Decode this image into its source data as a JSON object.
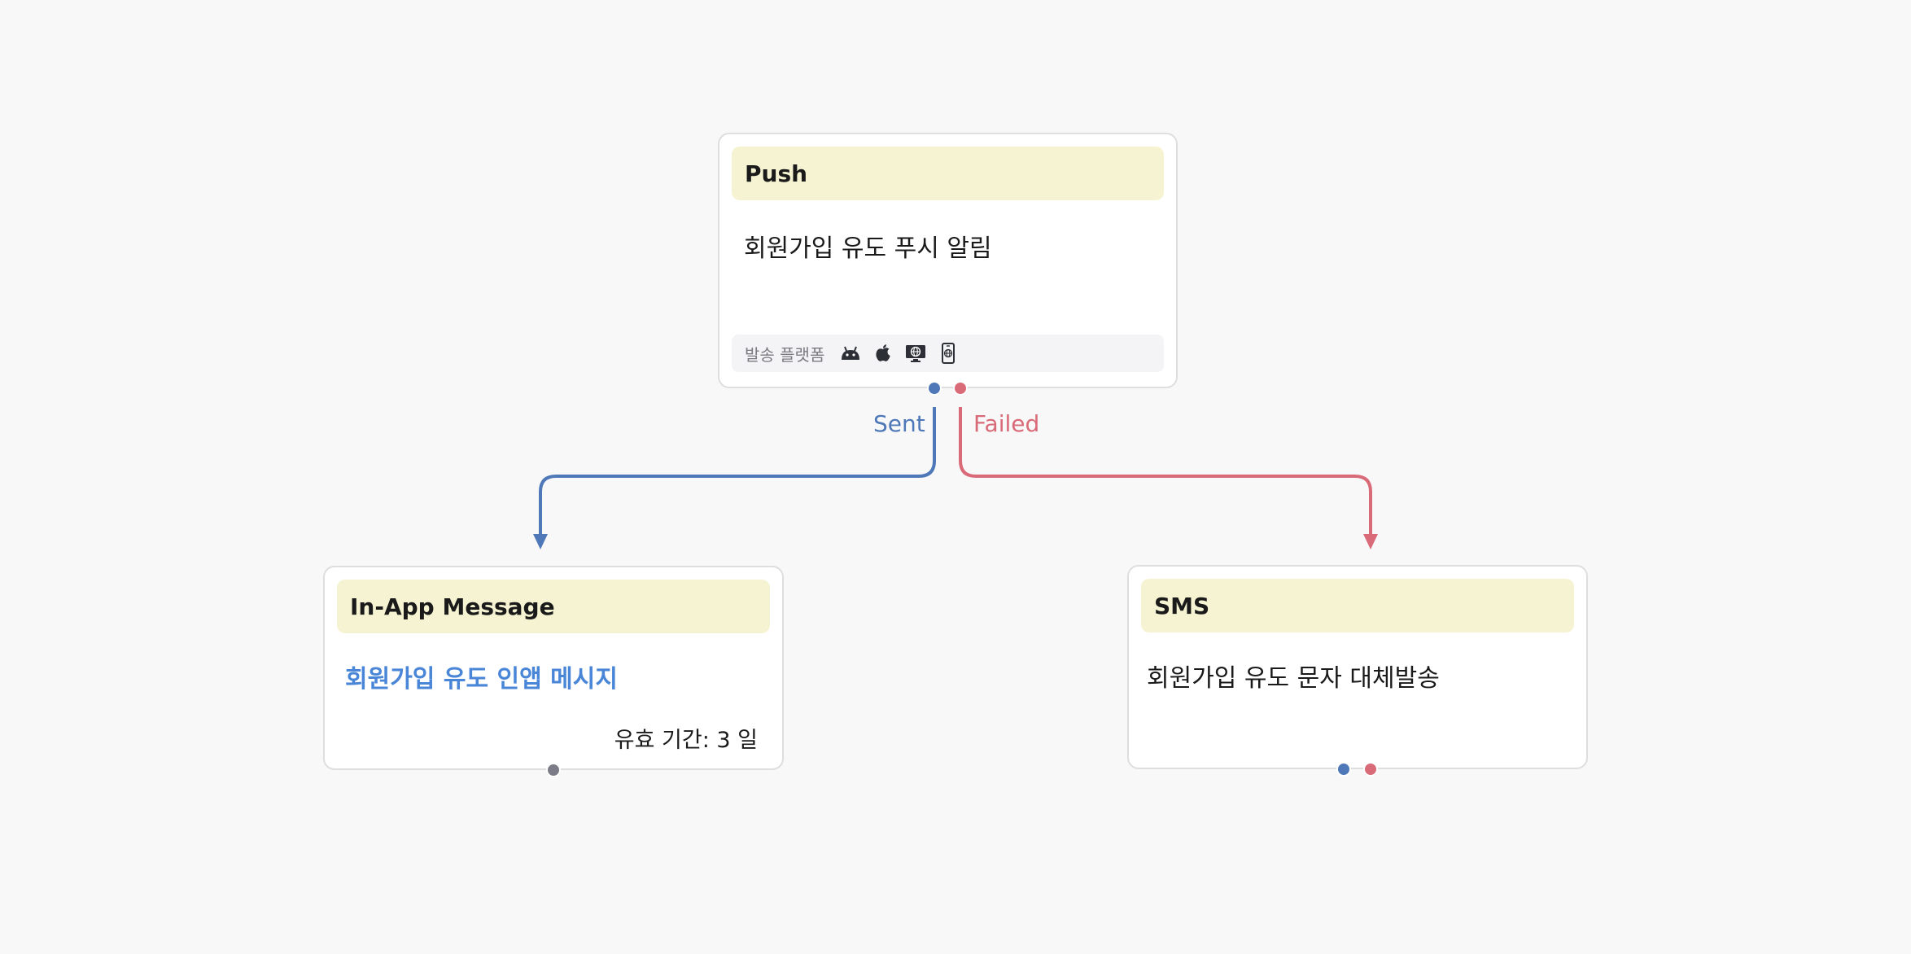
{
  "colors": {
    "sent": "#4e78b8",
    "failed": "#d96a78",
    "neutral_port": "#7c7c88",
    "header_bg": "#f5f3d1",
    "link_text": "#4a86d8"
  },
  "nodes": {
    "push": {
      "type": "Push",
      "title": "회원가입 유도 푸시 알림",
      "platforms_label": "발송 플랫폼",
      "platforms": [
        "android-icon",
        "apple-icon",
        "web-desktop-icon",
        "web-mobile-icon"
      ]
    },
    "inapp": {
      "type": "In-App Message",
      "title": "회원가입 유도 인앱 메시지",
      "validity": "유효 기간: 3 일"
    },
    "sms": {
      "type": "SMS",
      "title": "회원가입 유도 문자 대체발송"
    }
  },
  "edges": {
    "sent_label": "Sent",
    "failed_label": "Failed"
  }
}
